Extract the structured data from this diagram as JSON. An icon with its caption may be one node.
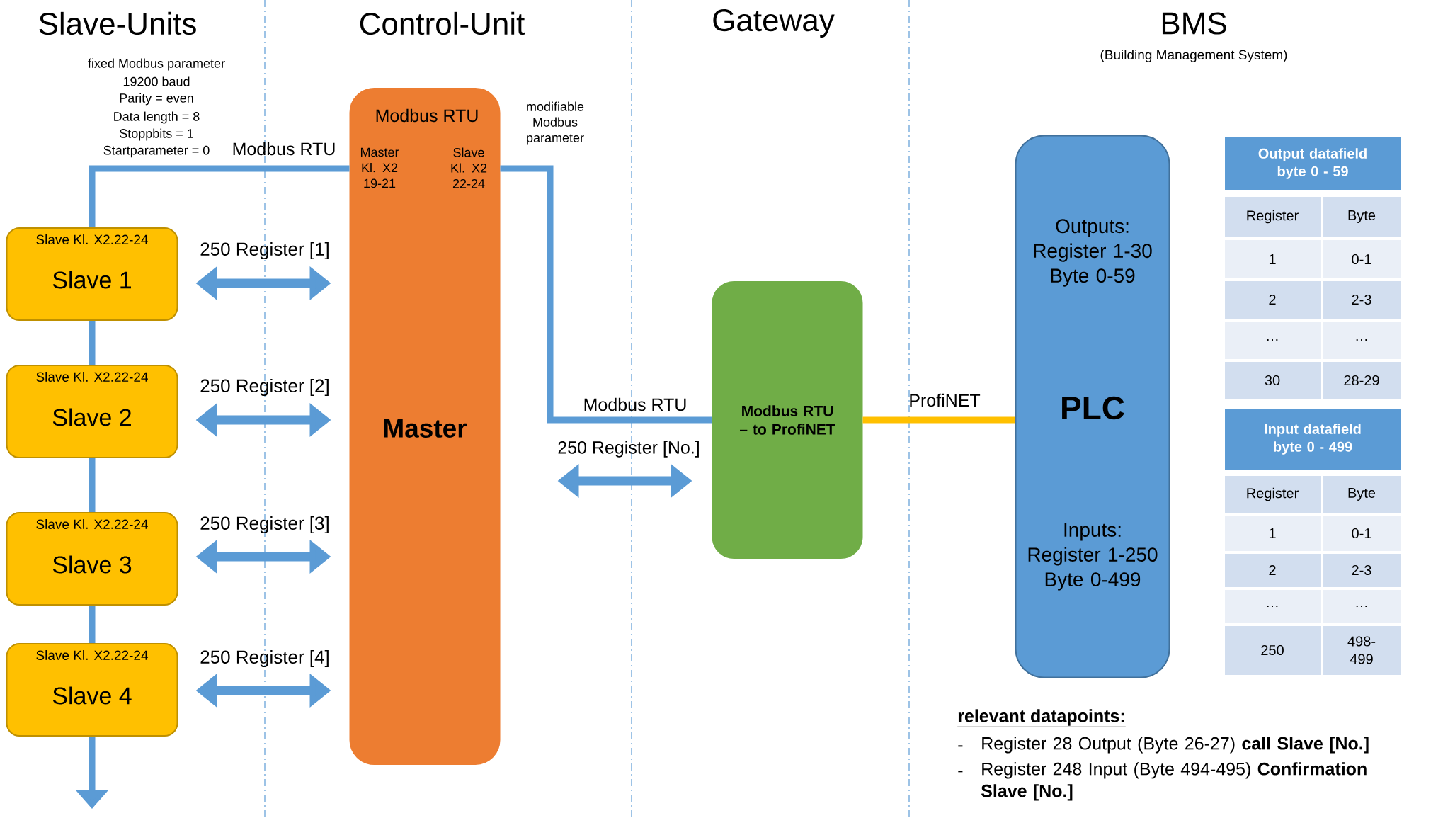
{
  "diagram": {
    "nodes": [
      {
        "text": [
          "Slave Kl. X2.22-24",
          "Slave 1"
        ]
      },
      {
        "text": [
          "Slave Kl. X2.22-24",
          "Slave 2"
        ]
      },
      {
        "text": [
          "Slave Kl. X2.22-24",
          "Slave 3"
        ]
      },
      {
        "text": [
          "Slave Kl. X2.22-24",
          "Slave 4"
        ]
      },
      {
        "text": [
          "Modbus RTU",
          "Master Kl. X2 19-21",
          "Slave Kl. X2 22-24",
          "Master"
        ]
      },
      {
        "text": [
          "Modbus RTU – to ProfiNET"
        ]
      },
      {
        "text": [
          "Outputs: Register 1-30 Byte 0-59",
          "PLC",
          "Inputs: Register 1-250 Byte 0-499"
        ]
      }
    ],
    "edges": [
      {
        "from": 4,
        "to": 0,
        "arrow": "none",
        "label": "Modbus RTU"
      },
      {
        "from": 0,
        "to": 1,
        "arrow": "none"
      },
      {
        "from": 1,
        "to": 2,
        "arrow": "none"
      },
      {
        "from": 2,
        "to": 3,
        "arrow": "none"
      },
      {
        "from": 3,
        "to": null,
        "arrow": "to"
      },
      {
        "from": 0,
        "to": 4,
        "arrow": "both",
        "label": "250 Register [1]"
      },
      {
        "from": 1,
        "to": 4,
        "arrow": "both",
        "label": "250 Register [2]"
      },
      {
        "from": 2,
        "to": 4,
        "arrow": "both",
        "label": "250 Register [3]"
      },
      {
        "from": 3,
        "to": 4,
        "arrow": "both",
        "label": "250 Register [4]"
      },
      {
        "from": 4,
        "to": 5,
        "arrow": "none",
        "label": "Modbus RTU"
      },
      {
        "from": 4,
        "to": 5,
        "arrow": "both",
        "label": "250 Register [No.]"
      },
      {
        "from": 5,
        "to": 6,
        "arrow": "none",
        "label": "ProfiNET",
        "color": "#ffc000"
      }
    ],
    "labels": [
      "Slave-Units",
      "Control-Unit",
      "Gateway",
      "BMS",
      "(Building Management System)",
      "fixed Modbus parameter",
      "19200 baud",
      "Parity = even",
      "Data length = 8",
      "Stoppbits = 1",
      "Startparameter = 0",
      "modifiable Modbus parameter",
      "Output datafield byte 0 - 59",
      "Register",
      "Byte",
      "1",
      "0-1",
      "2",
      "2-3",
      "…",
      "…",
      "30",
      "28-29",
      "Input datafield byte 0 - 499",
      "Register",
      "Byte",
      "1",
      "0-1",
      "2",
      "2-3",
      "…",
      "…",
      "250",
      "498-499",
      "relevant datapoints:",
      "-",
      "Register 28 Output (Byte 26-27) **call Slave [No.]**",
      "-",
      "Register 248 Input (Byte 494-495) **Confirmation Slave [No.]**"
    ]
  }
}
